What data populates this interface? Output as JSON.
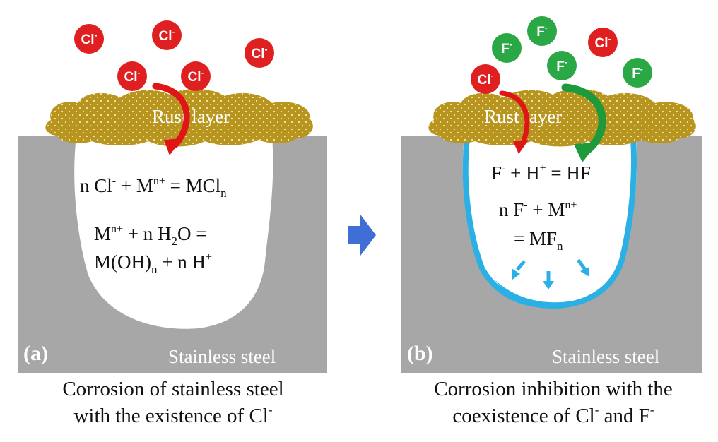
{
  "colors": {
    "steel": "#a7a7a7",
    "rust": "#b8951f",
    "chloride_ion": "#e02020",
    "fluoride_ion": "#2aa845",
    "red_arrow": "#e01515",
    "green_arrow": "#1e9a3c",
    "protective_film": "#2bb0e6",
    "transition_arrow": "#3f6fd6"
  },
  "ions": {
    "chloride": {
      "base": "Cl",
      "charge": "-"
    },
    "fluoride": {
      "base": "F",
      "charge": "-"
    }
  },
  "panel_a": {
    "label": "(a)",
    "rust_label": "Rust layer",
    "steel_label": "Stainless steel",
    "equation1": {
      "a": "n Cl",
      "a_sup": "-",
      "b": " + M",
      "b_sup": "n+",
      "c": " = MCl",
      "c_sub": "n"
    },
    "equation2_line1": {
      "a": "M",
      "a_sup": "n+",
      "b": " + n H",
      "b_sub": "2",
      "c": "O ="
    },
    "equation2_line2": {
      "a": "M(OH)",
      "a_sub": "n",
      "b": " + n H",
      "b_sup": "+"
    },
    "caption_line1": "Corrosion of stainless steel",
    "caption_line2": {
      "text": "with the existence of Cl",
      "sup": "-"
    }
  },
  "panel_b": {
    "label": "(b)",
    "rust_label": "Rust layer",
    "steel_label": "Stainless steel",
    "equation1": {
      "a": "F",
      "a_sup": "-",
      "b": " + H",
      "b_sup": "+",
      "c": " = HF"
    },
    "equation2_line1": {
      "a": "n F",
      "a_sup": "-",
      "b": " + M",
      "b_sup": "n+"
    },
    "equation2_line2": {
      "a": "= MF",
      "a_sub": "n"
    },
    "caption_line1": "Corrosion inhibition with the",
    "caption_line2": {
      "a": "coexistence of Cl",
      "a_sup": "-",
      "b": " and F",
      "b_sup": "-"
    }
  }
}
